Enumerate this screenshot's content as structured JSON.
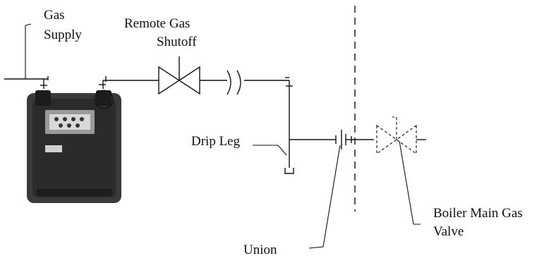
{
  "labels": {
    "gas_supply_line1": "Gas",
    "gas_supply_line2": "Supply",
    "remote_shutoff_line1": "Remote Gas",
    "remote_shutoff_line2": "Shutoff",
    "drip_leg": "Drip Leg",
    "union": "Union",
    "boiler_valve_line1": "Boiler Main Gas",
    "boiler_valve_line2": "Valve"
  },
  "colors": {
    "line": "#111111",
    "meter_body": "#3d3d3d",
    "meter_dark": "#1c1c1c",
    "meter_light": "#9a9a9a"
  }
}
